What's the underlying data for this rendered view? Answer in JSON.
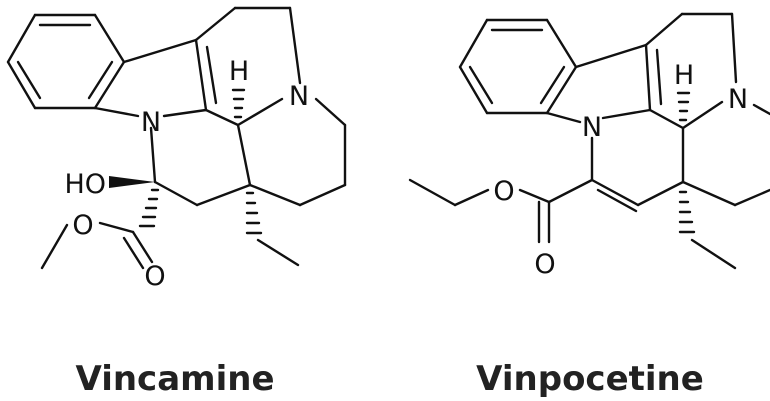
{
  "compounds": [
    {
      "name": "Vincamine",
      "atoms": {
        "n_indole": "N",
        "n_amine": "N",
        "h": "H",
        "hydroxyl": "HO",
        "oxygen_ester": "O",
        "oxygen_carbonyl": "O"
      }
    },
    {
      "name": "Vinpocetine",
      "atoms": {
        "n_indole": "N",
        "n_amine": "N",
        "h": "H",
        "oxygen_ester": "O",
        "oxygen_carbonyl": "O"
      }
    }
  ],
  "colors": {
    "ink": "#111111",
    "background": "#ffffff"
  }
}
